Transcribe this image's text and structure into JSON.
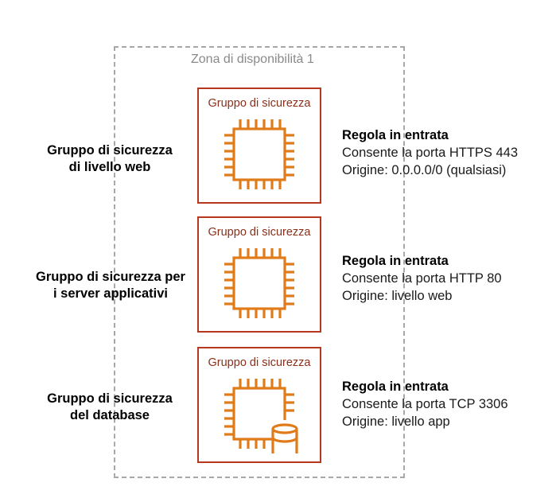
{
  "availability_zone": {
    "label": "Zona di disponibilità 1"
  },
  "colors": {
    "security_group_border": "#b5381f",
    "chip_orange": "#e07b1a",
    "dashed_border": "#a8a8a8"
  },
  "tiers": [
    {
      "group_box_label": "Gruppo di sicurezza",
      "name_lines": [
        "Gruppo di sicurezza",
        "di livello web"
      ],
      "icon": "compute-chip-icon",
      "rule": {
        "title": "Regola in entrata",
        "allow": "Consente la porta HTTPS 443",
        "source": "Origine: 0.0.0.0/0 (qualsiasi)"
      }
    },
    {
      "group_box_label": "Gruppo di sicurezza",
      "name_lines": [
        "Gruppo di sicurezza per",
        "i server applicativi"
      ],
      "icon": "compute-chip-icon",
      "rule": {
        "title": "Regola in entrata",
        "allow": "Consente la porta HTTP 80",
        "source": "Origine: livello web"
      }
    },
    {
      "group_box_label": "Gruppo di sicurezza",
      "name_lines": [
        "Gruppo di sicurezza",
        "del database"
      ],
      "icon": "database-chip-icon",
      "rule": {
        "title": "Regola in entrata",
        "allow": "Consente la porta TCP 3306",
        "source": "Origine: livello app"
      }
    }
  ]
}
